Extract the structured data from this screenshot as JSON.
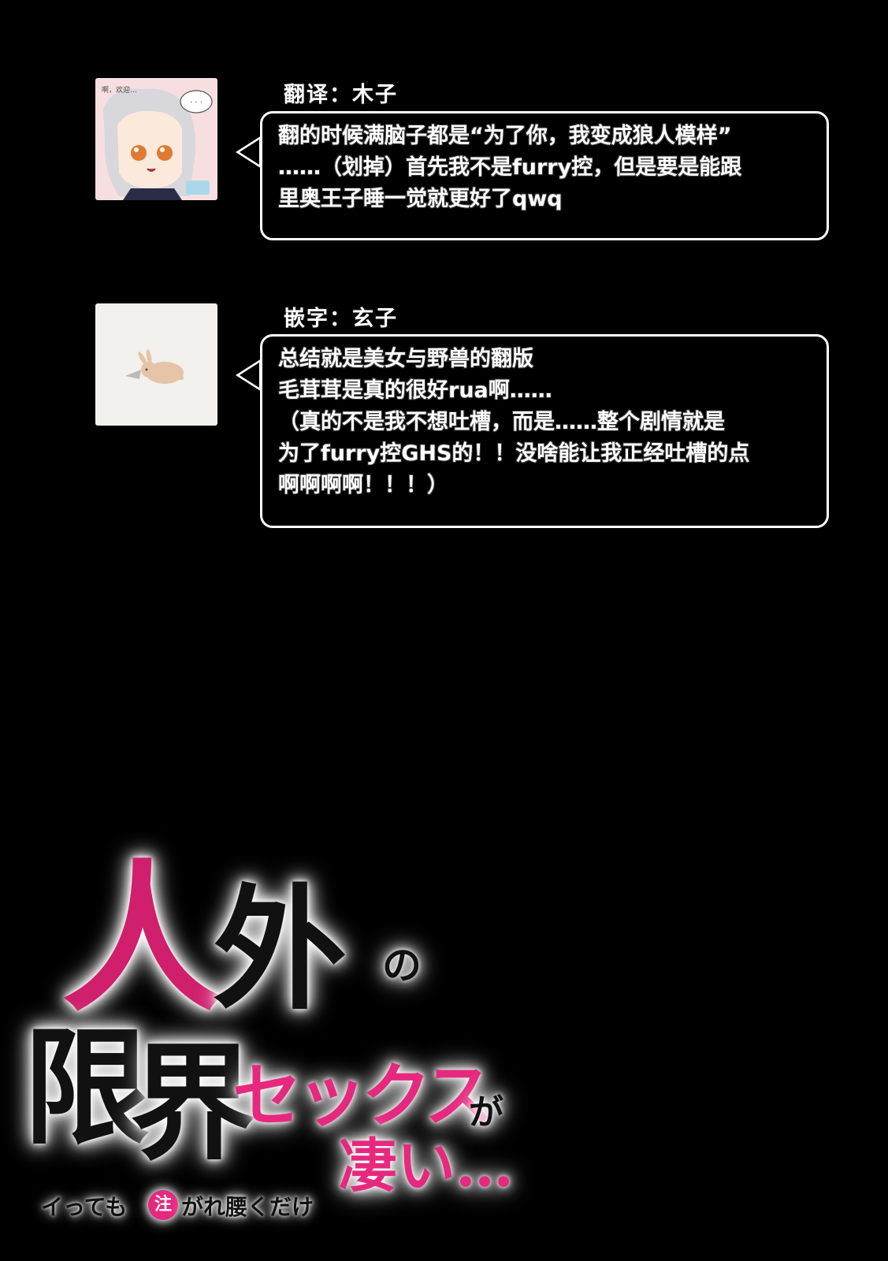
{
  "notes": [
    {
      "credit": "翻译：木子",
      "avatar_caption": "啊，欢迎…",
      "avatar_speech": "· · ·",
      "lines": [
        "翻的时候满脑子都是“为了你，我变成狼人模样”",
        "……（划掉）首先我不是furry控，但是要是能跟",
        "里奥王子睡一觉就更好了qwq"
      ]
    },
    {
      "credit": "嵌字：玄子",
      "lines": [
        "总结就是美女与野兽的翻版",
        "毛茸茸是真的很好rua啊……",
        "（真的不是我不想吐槽，而是……整个剧情就是",
        "为了furry控GHS的！！没啥能让我正经吐槽的点",
        "啊啊啊啊！！！）"
      ]
    }
  ],
  "logo": {
    "row1": [
      "人",
      "外",
      "の"
    ],
    "row2": [
      "限",
      "界"
    ],
    "row2_pink": "セックス",
    "row2_tail": "が",
    "row3_pink": "凄い…",
    "subtitle_pre": "イっても",
    "subtitle_circle": "注",
    "subtitle_post": "がれ腰くだけ"
  },
  "colors": {
    "background": "#000000",
    "logo_pink": "#e6287e"
  }
}
